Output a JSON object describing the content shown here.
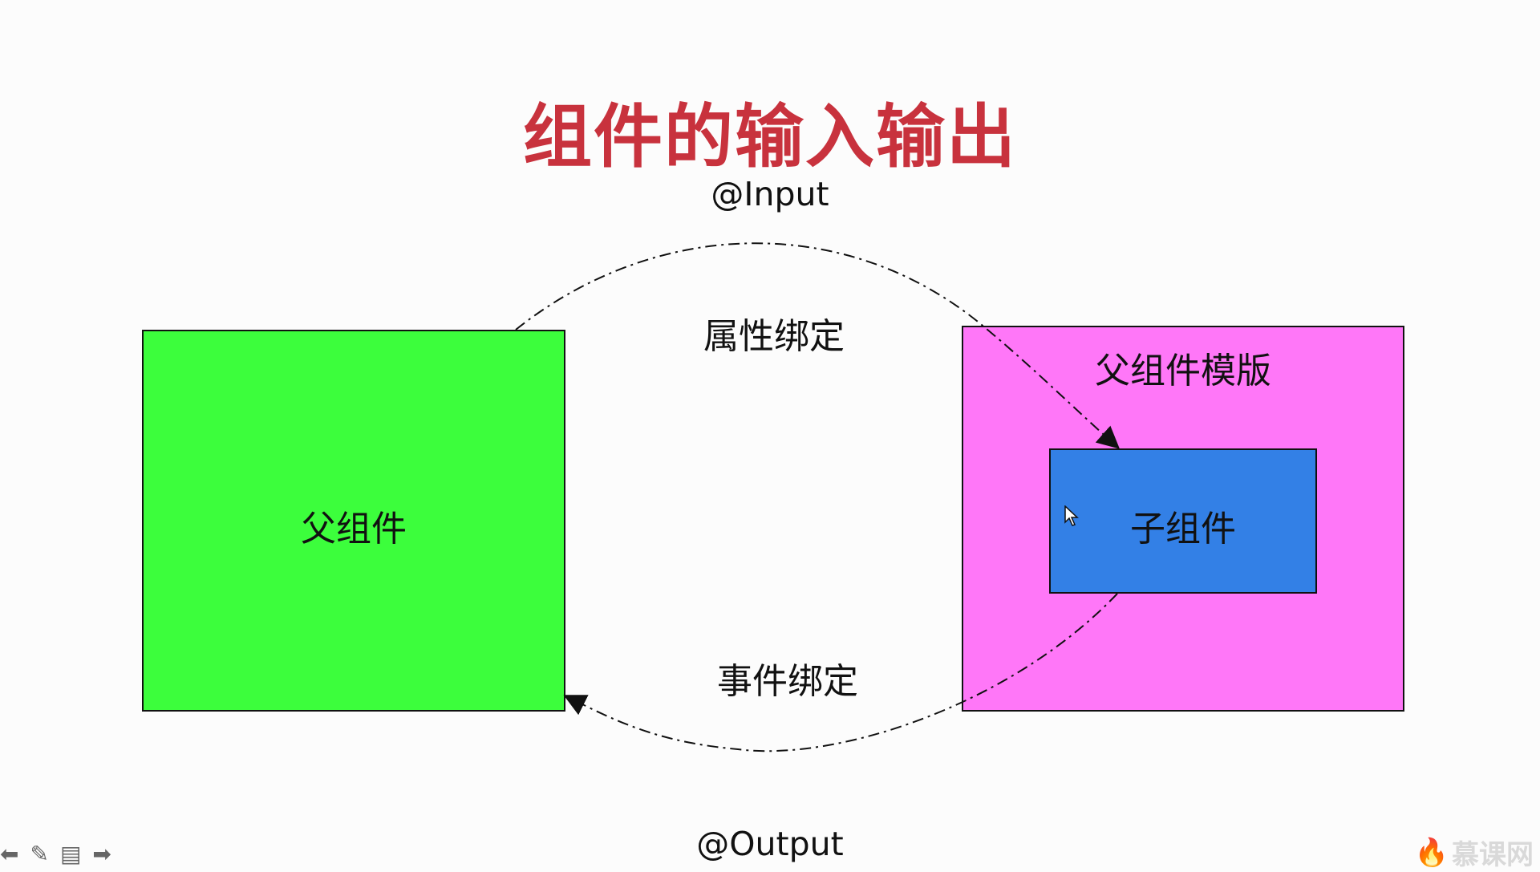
{
  "slide": {
    "title": "组件的输入输出",
    "input_label": "@Input",
    "output_label": "@Output",
    "property_binding_label": "属性绑定",
    "event_binding_label": "事件绑定",
    "parent_component_label": "父组件",
    "parent_template_label": "父组件模版",
    "child_component_label": "子组件"
  },
  "colors": {
    "title": "#c8323d",
    "parent_component": "#3cfe3c",
    "parent_template": "#ff77f8",
    "child_component": "#3380e6"
  },
  "toolbar": {
    "icons": [
      "arrow-left-icon",
      "pencil-icon",
      "notes-icon",
      "arrow-right-icon"
    ]
  },
  "watermark": {
    "text": "慕课网"
  }
}
